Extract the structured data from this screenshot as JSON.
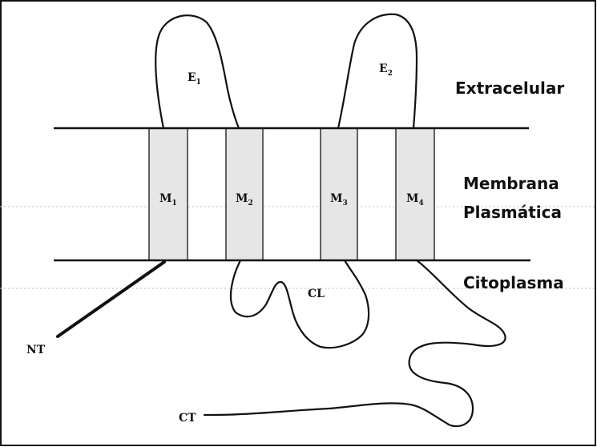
{
  "regions": {
    "extracellular": "Extracelular",
    "membrane_line1": "Membrana",
    "membrane_line2": "Plasmática",
    "cytoplasm": "Citoplasma"
  },
  "loops": {
    "e1": "E",
    "e1_sub": "1",
    "e2": "E",
    "e2_sub": "2",
    "cl": "CL"
  },
  "segments": [
    {
      "label": "M",
      "sub": "1"
    },
    {
      "label": "M",
      "sub": "2"
    },
    {
      "label": "M",
      "sub": "3"
    },
    {
      "label": "M",
      "sub": "4"
    }
  ],
  "termini": {
    "nt": "NT",
    "ct": "CT"
  }
}
